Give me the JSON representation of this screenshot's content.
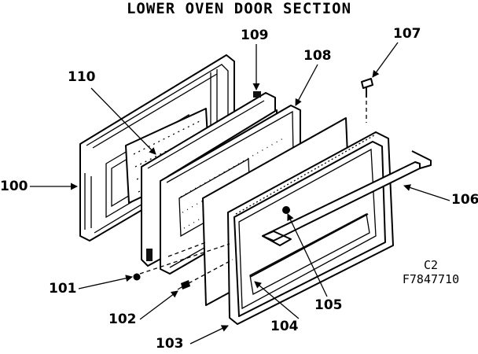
{
  "title": "LOWER OVEN DOOR SECTION",
  "callouts": {
    "p100": "100",
    "p101": "101",
    "p102": "102",
    "p103": "103",
    "p104": "104",
    "p105": "105",
    "p106": "106",
    "p107": "107",
    "p108": "108",
    "p109": "109",
    "p110": "110"
  },
  "drawing_code": [
    "C2",
    "F7847710"
  ]
}
